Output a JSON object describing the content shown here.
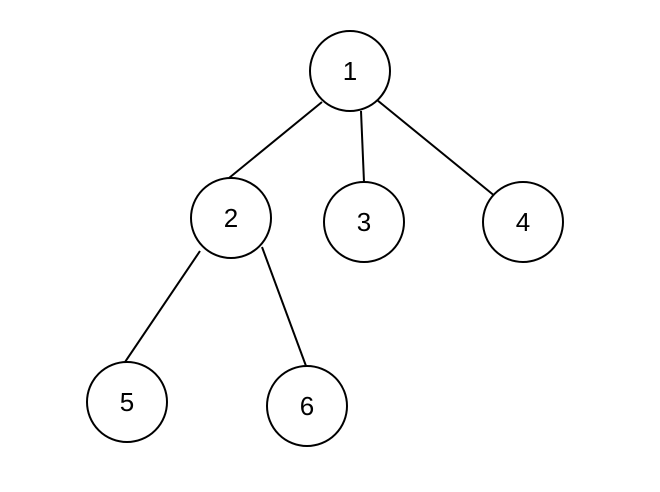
{
  "diagram": {
    "type": "tree",
    "colors": {
      "stroke": "#000000",
      "fill": "#ffffff",
      "background": "#ffffff"
    },
    "nodes": [
      {
        "id": "1",
        "label": "1"
      },
      {
        "id": "2",
        "label": "2"
      },
      {
        "id": "3",
        "label": "3"
      },
      {
        "id": "4",
        "label": "4"
      },
      {
        "id": "5",
        "label": "5"
      },
      {
        "id": "6",
        "label": "6"
      }
    ],
    "edges": [
      {
        "from": "1",
        "to": "2"
      },
      {
        "from": "1",
        "to": "3"
      },
      {
        "from": "1",
        "to": "4"
      },
      {
        "from": "2",
        "to": "5"
      },
      {
        "from": "2",
        "to": "6"
      }
    ]
  }
}
